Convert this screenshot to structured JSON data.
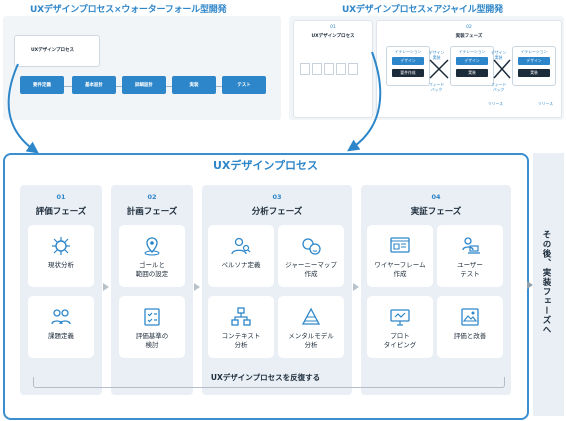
{
  "top": {
    "waterfall_title": "UXデザインプロセス×ウォーターフォール型開発",
    "agile_title": "UXデザインプロセス×アジャイル型開発",
    "waterfall": {
      "ux_label": "UXデザインプロセス",
      "steps": [
        "要件定義",
        "基本設計",
        "詳細設計",
        "実装",
        "テスト"
      ]
    },
    "agile": {
      "step_num": "01",
      "ux_label": "UXデザインプロセス",
      "impl_num": "02",
      "impl_label": "実装フェーズ",
      "iteration_label": "イテレーション",
      "design_label": "デザイン",
      "dev_label": "要件作成",
      "impl_btn": "実装",
      "design_impl": "デザイン\n実装",
      "feedback": "フィード\nバック",
      "release": "リリース"
    }
  },
  "main": {
    "title": "UXデザインプロセス",
    "phases": [
      {
        "num": "01",
        "title": "評価フェーズ",
        "items": [
          "現状分析",
          "課題定義"
        ]
      },
      {
        "num": "02",
        "title": "計画フェーズ",
        "items": [
          "ゴールと\n範囲の設定",
          "評価基準の\n検討"
        ]
      },
      {
        "num": "03",
        "title": "分析フェーズ",
        "items": [
          "ペルソナ定義",
          "ジャーニーマップ\n作成",
          "コンテキスト\n分析",
          "メンタルモデル\n分析"
        ]
      },
      {
        "num": "04",
        "title": "実証フェーズ",
        "items": [
          "ワイヤーフレーム\n作成",
          "ユーザー\nテスト",
          "プロト\nタイピング",
          "評価と改善"
        ]
      }
    ],
    "iterate": "UXデザインプロセスを反復する"
  },
  "side": {
    "text": "その後、実装フェーズへ"
  },
  "colors": {
    "accent": "#2d86c9",
    "dark": "#1c2b3a",
    "panel": "#e9eff5"
  }
}
